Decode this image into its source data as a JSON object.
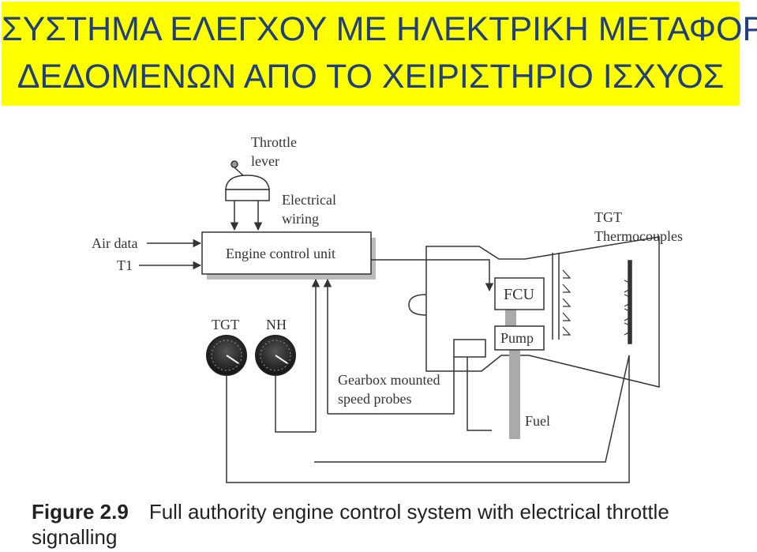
{
  "title": {
    "line1": "ΣΥΣΤΗΜΑ ΕΛΕΓΧΟΥ ΜΕ ΗΛΕΚΤΡΙΚΗ ΜΕΤΑΦΟΡΑ",
    "line2": "ΔΕΔΟΜΕΝΩΝ ΑΠΟ ΤΟ ΧΕΙΡΙΣΤΗΡΙΟ ΙΣΧΥΟΣ",
    "banner_color": "#ffff00",
    "text_color": "#1f3f80"
  },
  "diagram": {
    "throttle_label_1": "Throttle",
    "throttle_label_2": "lever",
    "wiring_label_1": "Electrical",
    "wiring_label_2": "wiring",
    "air_data_label": "Air data",
    "t1_label": "T1",
    "ecu_label": "Engine control unit",
    "tgt_gauge_label": "TGT",
    "nh_gauge_label": "NH",
    "fcu_label": "FCU",
    "pump_label": "Pump",
    "fuel_label": "Fuel",
    "probes_label_1": "Gearbox mounted",
    "probes_label_2": "speed probes",
    "thermo_label_1": "TGT",
    "thermo_label_2": "Thermocouples"
  },
  "caption": {
    "figure_number": "Figure 2.9",
    "text_line1": "Full authority engine control system with electrical throttle",
    "text_line2": "signalling"
  }
}
